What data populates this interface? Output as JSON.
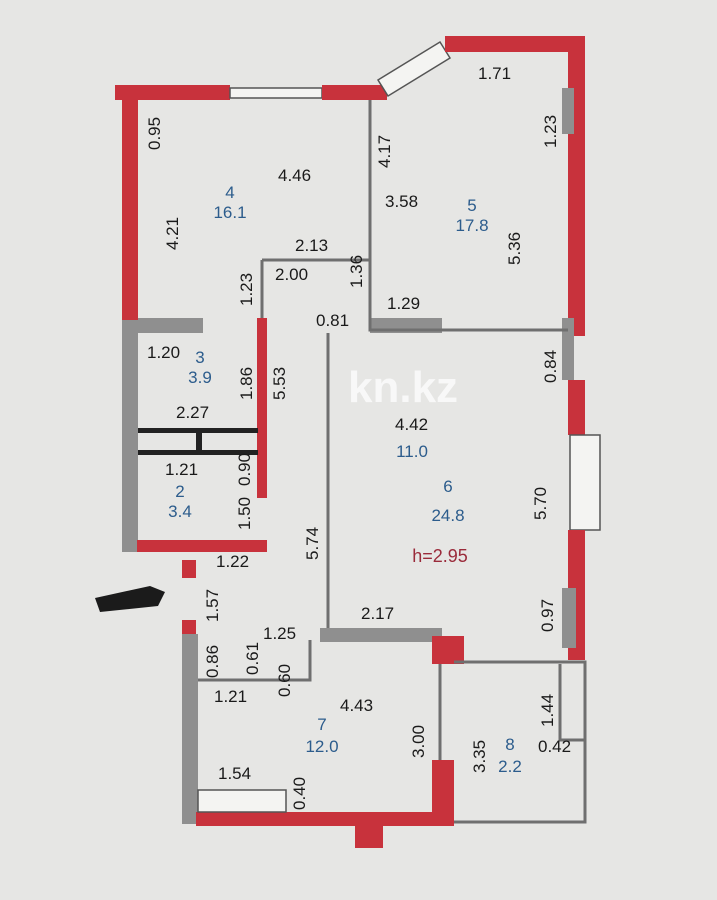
{
  "colors": {
    "background": "#e6e6e4",
    "bearing_wall": "#c8323c",
    "partition": "#8f8f8f",
    "room_label": "#2c5c8c",
    "height_label": "#9a2a3a"
  },
  "watermark": "kn.kz",
  "ceiling_height": "h=2.95",
  "rooms": [
    {
      "number": "2",
      "area": "3.4"
    },
    {
      "number": "3",
      "area": "3.9"
    },
    {
      "number": "4",
      "area": "16.1"
    },
    {
      "number": "5",
      "area": "17.8"
    },
    {
      "number": "6",
      "area": "24.8"
    },
    {
      "number": "7",
      "area": "12.0"
    },
    {
      "number": "8",
      "area": "2.2"
    }
  ],
  "kitchen_area_overlap": "11.0",
  "dimensions": [
    "0.95",
    "4.46",
    "4.21",
    "4.17",
    "3.58",
    "1.71",
    "1.23",
    "5.36",
    "2.13",
    "2.00",
    "1.36",
    "1.29",
    "0.81",
    "1.23",
    "1.20",
    "1.86",
    "5.53",
    "2.27",
    "1.21",
    "1.50",
    "0.90",
    "0.84",
    "4.42",
    "5.70",
    "5.74",
    "1.22",
    "1.57",
    "0.97",
    "2.17",
    "1.25",
    "0.86",
    "0.61",
    "0.60",
    "1.21",
    "4.43",
    "3.00",
    "3.35",
    "1.44",
    "0.42",
    "1.54",
    "0.40"
  ]
}
